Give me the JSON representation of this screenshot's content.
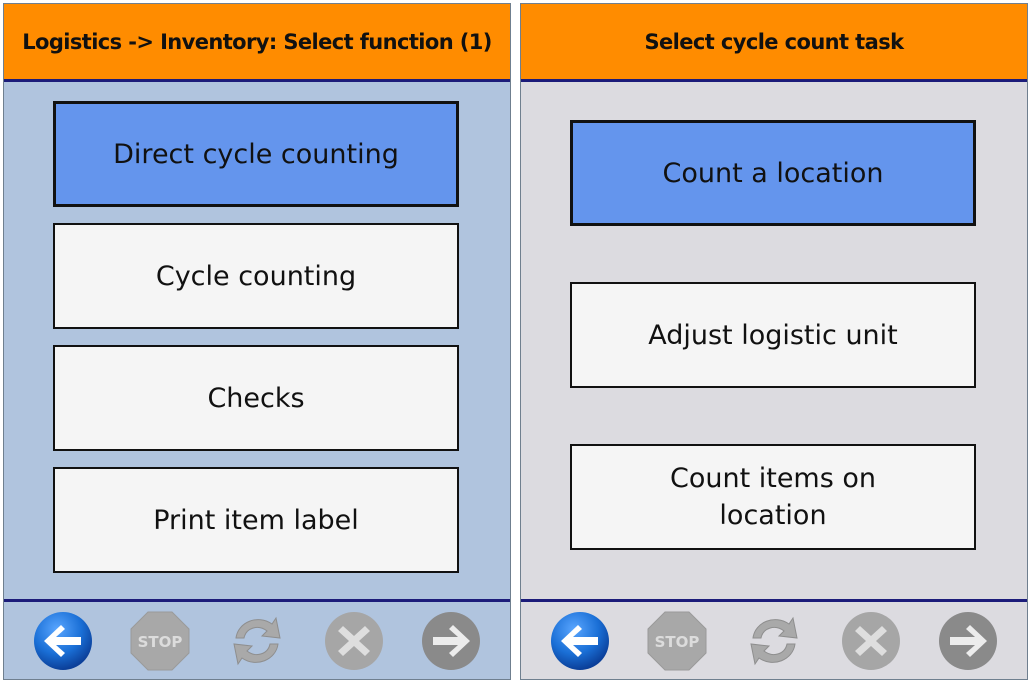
{
  "screens": [
    {
      "title": "Logistics -> Inventory: Select function (1)",
      "menu_items": [
        {
          "label": "Direct cycle counting",
          "selected": true
        },
        {
          "label": "Cycle counting",
          "selected": false
        },
        {
          "label": "Checks",
          "selected": false
        },
        {
          "label": "Print item label",
          "selected": false
        }
      ],
      "footer": {
        "buttons": [
          {
            "icon": "back-arrow-icon",
            "state": "enabled"
          },
          {
            "icon": "stop-icon",
            "label": "STOP",
            "state": "disabled"
          },
          {
            "icon": "refresh-icon",
            "state": "disabled"
          },
          {
            "icon": "cancel-icon",
            "state": "disabled"
          },
          {
            "icon": "forward-arrow-icon",
            "state": "disabled"
          }
        ]
      }
    },
    {
      "title": "Select cycle count task",
      "menu_items": [
        {
          "label": "Count a location",
          "selected": true
        },
        {
          "label": "Adjust logistic unit",
          "selected": false
        },
        {
          "label": "Count items on location",
          "selected": false
        }
      ],
      "footer": {
        "buttons": [
          {
            "icon": "back-arrow-icon",
            "state": "enabled"
          },
          {
            "icon": "stop-icon",
            "label": "STOP",
            "state": "disabled"
          },
          {
            "icon": "refresh-icon",
            "state": "disabled"
          },
          {
            "icon": "cancel-icon",
            "state": "disabled"
          },
          {
            "icon": "forward-arrow-icon",
            "state": "disabled"
          }
        ]
      }
    }
  ],
  "colors": {
    "header_bg": "#ff8c00",
    "header_rule": "#1c1c7a",
    "left_body_bg": "#b0c4de",
    "right_body_bg": "#dcdbe0",
    "selected_button_bg": "#6495ed",
    "button_bg": "#f5f5f5",
    "back_button": "#1e6fd0",
    "disabled_icon": "#a8a8a8"
  }
}
